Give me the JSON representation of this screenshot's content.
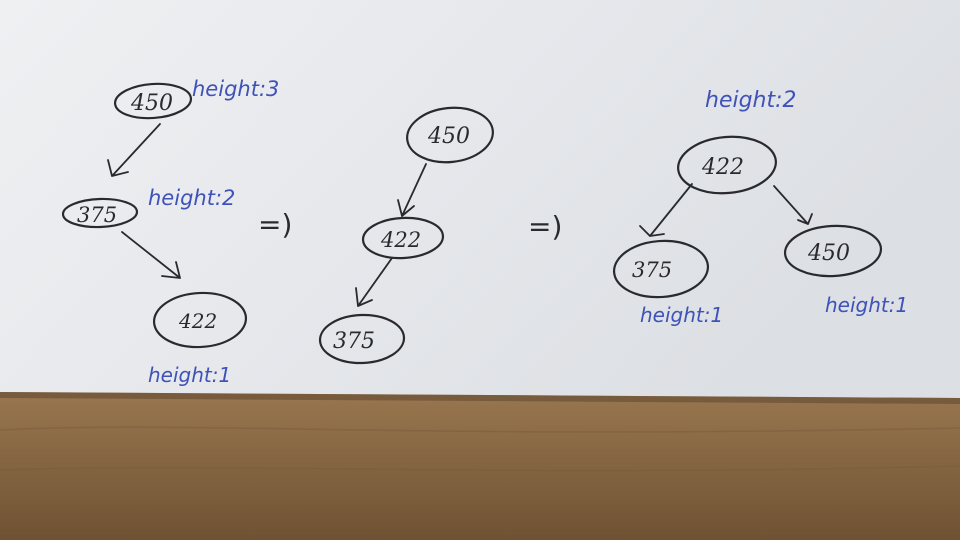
{
  "colors": {
    "paper": "#e9ebee",
    "wood": "#8a6a45",
    "ink": "#2a2a2e",
    "label_ink": "#3f52b8"
  },
  "stages": [
    {
      "nodes": [
        {
          "id": "s1-450",
          "value": "450",
          "height_label": "height:3"
        },
        {
          "id": "s1-375",
          "value": "375",
          "height_label": "height:2"
        },
        {
          "id": "s1-422",
          "value": "422",
          "height_label": "height:1"
        }
      ]
    },
    {
      "nodes": [
        {
          "id": "s2-450",
          "value": "450"
        },
        {
          "id": "s2-422",
          "value": "422"
        },
        {
          "id": "s2-375",
          "value": "375"
        }
      ]
    },
    {
      "nodes": [
        {
          "id": "s3-422",
          "value": "422",
          "height_label": "height:2"
        },
        {
          "id": "s3-375",
          "value": "375",
          "height_label": "height:1"
        },
        {
          "id": "s3-450",
          "value": "450",
          "height_label": "height:1"
        }
      ]
    }
  ],
  "transitions": [
    "=)",
    "=)"
  ]
}
